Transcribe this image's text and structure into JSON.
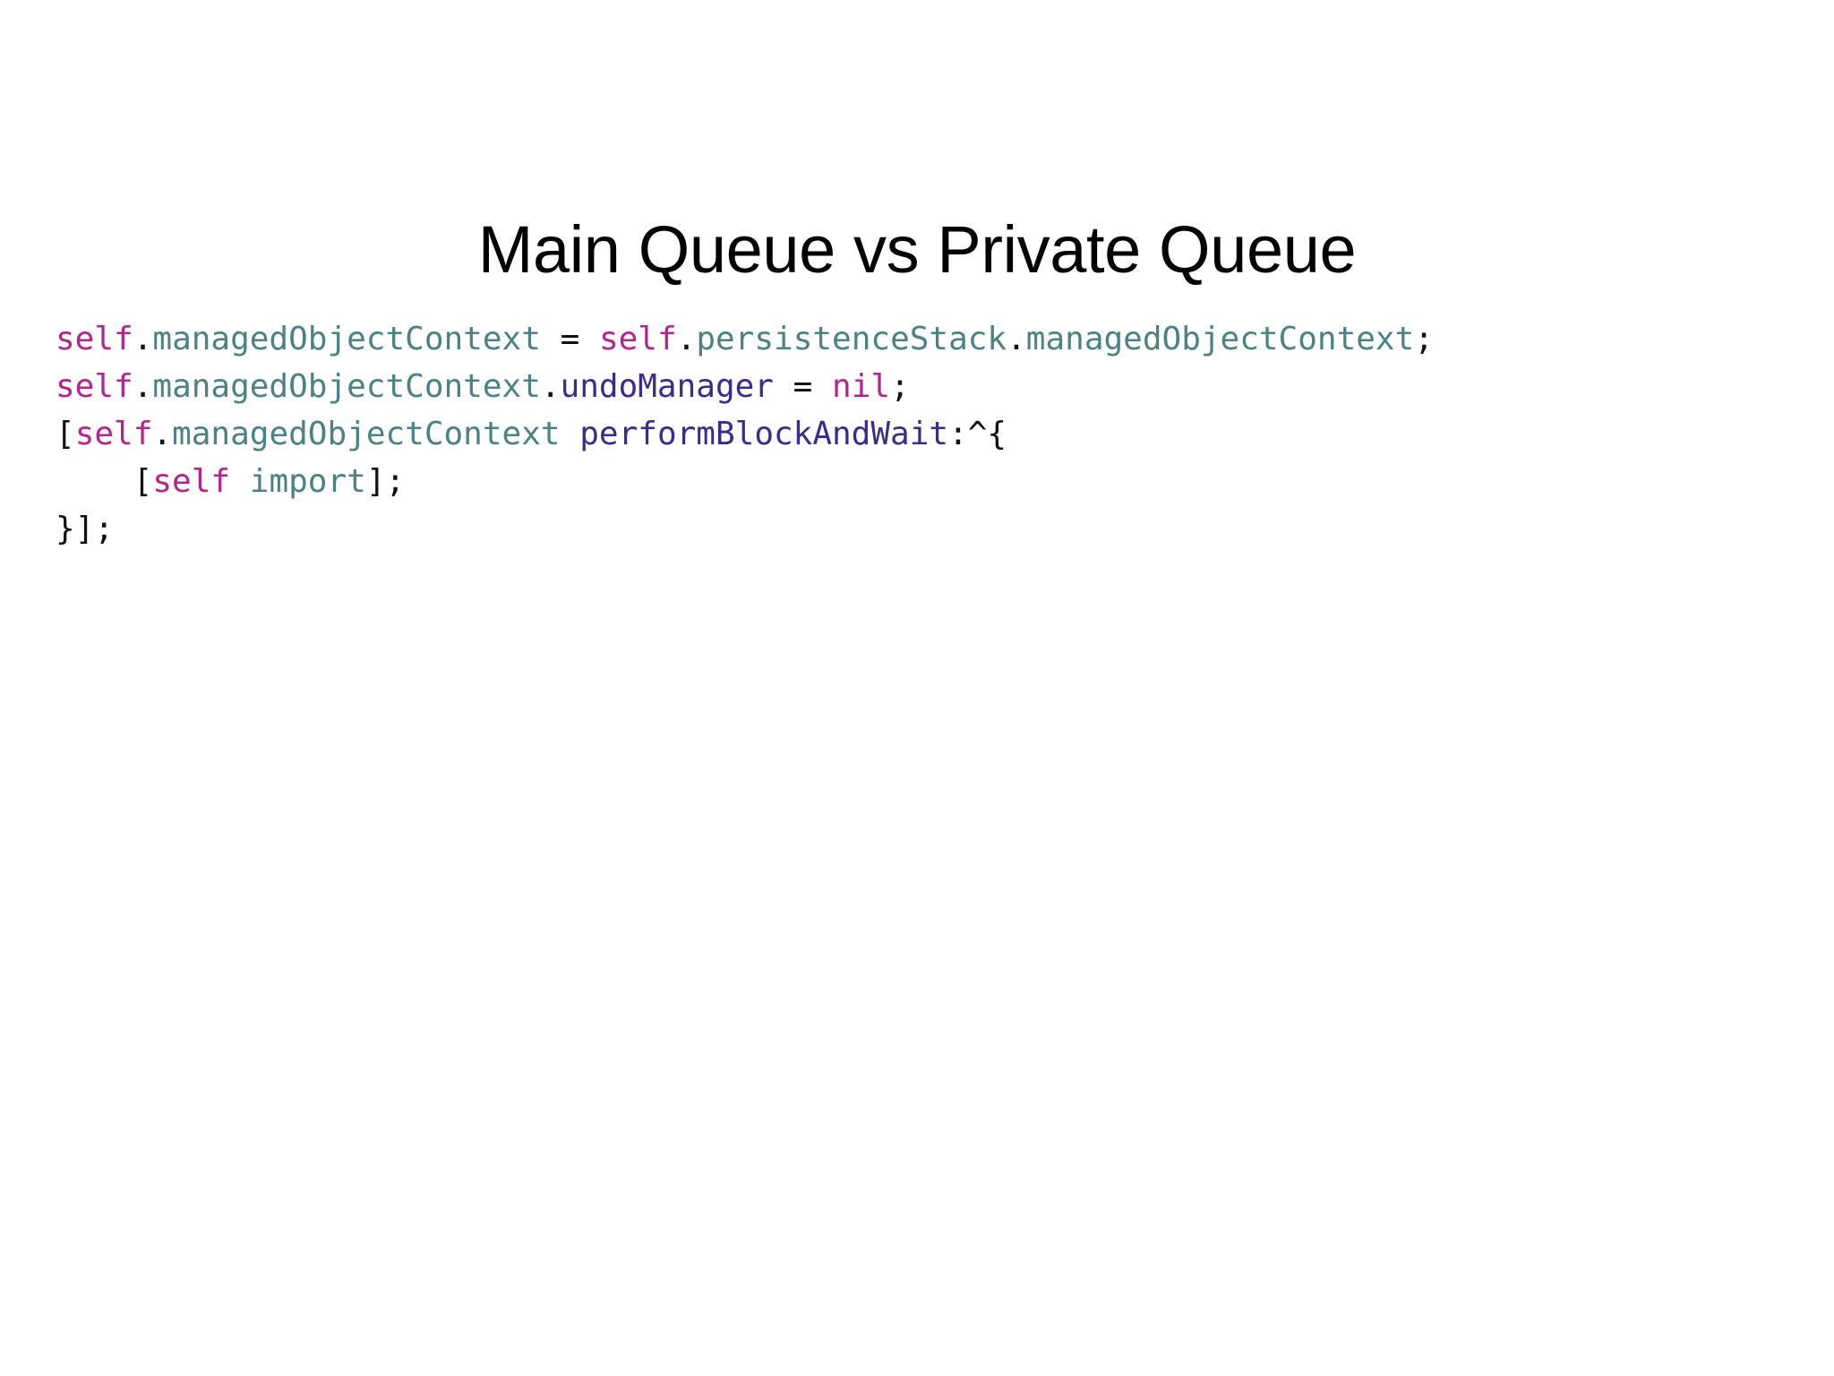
{
  "slide": {
    "title": "Main Queue vs Private Queue",
    "background_color": "#ffffff"
  },
  "colors": {
    "title_text": "#000000",
    "plain": "#111111",
    "self_keyword": "#b5238f",
    "property": "#4a8285",
    "message_selector": "#3b2b8e",
    "constant": "#b5238f"
  },
  "code": {
    "language": "objective-c",
    "full_text": "self.managedObjectContext = self.persistenceStack.managedObjectContext;\nself.managedObjectContext.undoManager = nil;\n[self.managedObjectContext performBlockAndWait:^{\n    [self import];\n}];",
    "lines": [
      {
        "id": "line-1",
        "tokens": [
          {
            "text": "self",
            "kind": "self"
          },
          {
            "text": ".",
            "kind": "plain"
          },
          {
            "text": "managedObjectContext",
            "kind": "prop"
          },
          {
            "text": " ",
            "kind": "plain"
          },
          {
            "text": "=",
            "kind": "op"
          },
          {
            "text": " ",
            "kind": "plain"
          },
          {
            "text": "self",
            "kind": "self"
          },
          {
            "text": ".",
            "kind": "plain"
          },
          {
            "text": "persistenceStack",
            "kind": "prop"
          },
          {
            "text": ".",
            "kind": "plain"
          },
          {
            "text": "managedObjectContext",
            "kind": "prop"
          },
          {
            "text": ";",
            "kind": "plain"
          }
        ]
      },
      {
        "id": "line-2",
        "tokens": [
          {
            "text": "self",
            "kind": "self"
          },
          {
            "text": ".",
            "kind": "plain"
          },
          {
            "text": "managedObjectContext",
            "kind": "prop"
          },
          {
            "text": ".",
            "kind": "plain"
          },
          {
            "text": "undoManager",
            "kind": "msg"
          },
          {
            "text": " ",
            "kind": "plain"
          },
          {
            "text": "=",
            "kind": "op"
          },
          {
            "text": " ",
            "kind": "plain"
          },
          {
            "text": "nil",
            "kind": "const"
          },
          {
            "text": ";",
            "kind": "plain"
          }
        ]
      },
      {
        "id": "line-3",
        "tokens": [
          {
            "text": "[",
            "kind": "plain"
          },
          {
            "text": "self",
            "kind": "self"
          },
          {
            "text": ".",
            "kind": "plain"
          },
          {
            "text": "managedObjectContext",
            "kind": "prop"
          },
          {
            "text": " ",
            "kind": "plain"
          },
          {
            "text": "performBlockAndWait",
            "kind": "msg"
          },
          {
            "text": ":^{",
            "kind": "plain"
          }
        ]
      },
      {
        "id": "line-4",
        "tokens": [
          {
            "text": "    [",
            "kind": "plain"
          },
          {
            "text": "self",
            "kind": "self"
          },
          {
            "text": " ",
            "kind": "plain"
          },
          {
            "text": "import",
            "kind": "prop"
          },
          {
            "text": "];",
            "kind": "plain"
          }
        ]
      },
      {
        "id": "line-5",
        "tokens": [
          {
            "text": "}];",
            "kind": "plain"
          }
        ]
      }
    ]
  }
}
